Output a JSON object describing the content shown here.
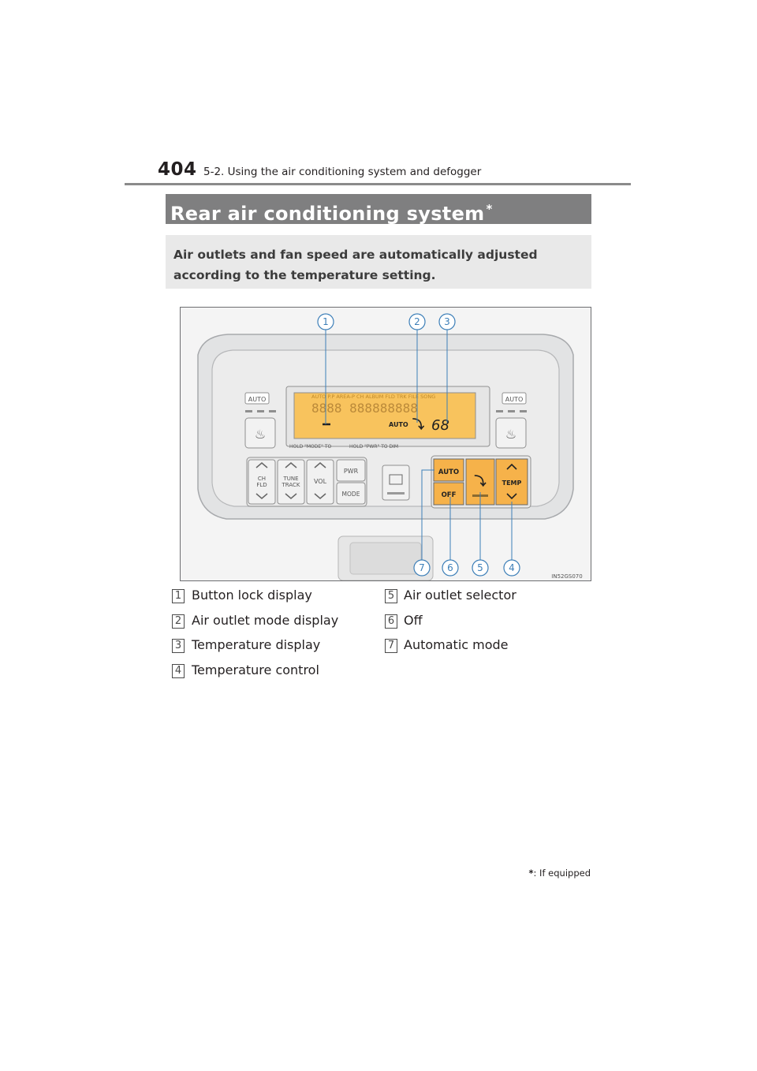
{
  "header": {
    "page_number": "404",
    "section": "5-2. Using the air conditioning system and defogger"
  },
  "title": {
    "text": "Rear air conditioning system",
    "star": "*"
  },
  "intro": "Air outlets and fan speed are automatically adjusted according to the temperature setting.",
  "figure": {
    "code": "IN52GS070",
    "callouts": [
      "1",
      "2",
      "3",
      "4",
      "5",
      "6",
      "7"
    ],
    "panel": {
      "left_auto": "AUTO",
      "right_auto": "AUTO",
      "lcd_top_row": "AUTO P.P AREA-P CH ALBUM FLD TRK FILE SONG",
      "lcd_auto": "AUTO",
      "lcd_temp": "68",
      "hold_line_1": "HOLD \"MODE\" TO",
      "hold_line_2": "HOLD \"PWR\" TO DIM",
      "ch_fld": [
        "CH",
        "FLD"
      ],
      "tune_track": [
        "TUNE",
        "TRACK"
      ],
      "vol": "VOL",
      "pwr": "PWR",
      "mode": "MODE",
      "ac_auto": "AUTO",
      "ac_off": "OFF",
      "ac_temp": "TEMP"
    },
    "colors": {
      "highlight": "#f6b24a",
      "lcd": "#f8c35d",
      "panel": "#ececec"
    }
  },
  "legend": [
    {
      "num": "1",
      "text": "Button lock display"
    },
    {
      "num": "2",
      "text": "Air outlet mode display"
    },
    {
      "num": "3",
      "text": "Temperature display"
    },
    {
      "num": "4",
      "text": "Temperature control"
    },
    {
      "num": "5",
      "text": "Air outlet selector"
    },
    {
      "num": "6",
      "text": "Off"
    },
    {
      "num": "7",
      "text": "Automatic mode"
    }
  ],
  "footnote": {
    "star": "*",
    "text": ": If equipped"
  }
}
